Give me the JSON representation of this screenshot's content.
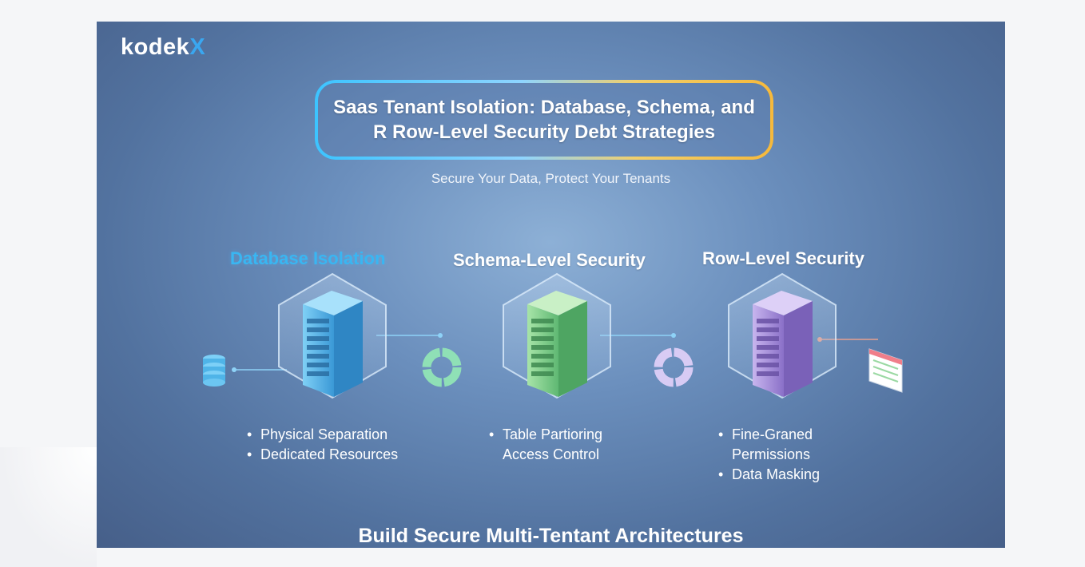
{
  "logo": {
    "text": "kodek",
    "accent": "X"
  },
  "title": "Saas Tenant Isolation: Database, Schema, and R Row-Level Security Debt Strategies",
  "subtitle": "Secure Your Data, Protect Your Tenants",
  "columns": [
    {
      "title": "Database Isolation",
      "bullets": [
        "Physical Separation",
        "Dedicated Resources"
      ],
      "server_color": "#4fb4e8",
      "side_icon": "database-icon"
    },
    {
      "title": "Schema-Level Security",
      "bullets": [
        "Table Partioring"
      ],
      "continuation": "Access Control",
      "server_color": "#7fcf8c",
      "side_icon": "donut-chart-icon"
    },
    {
      "title": "Row-Level Security",
      "bullets_start": "Fine-Graned",
      "continuation": "Permissions",
      "bullets_end": "Data Masking",
      "server_color": "#a48fd6",
      "side_icon": "table-icon"
    }
  ],
  "footer": "Build Secure Multi-Tentant Architectures",
  "colors": {
    "accent_blue": "#39b6f2",
    "border_gold": "#f6b93b",
    "background": "#5a7bab"
  }
}
